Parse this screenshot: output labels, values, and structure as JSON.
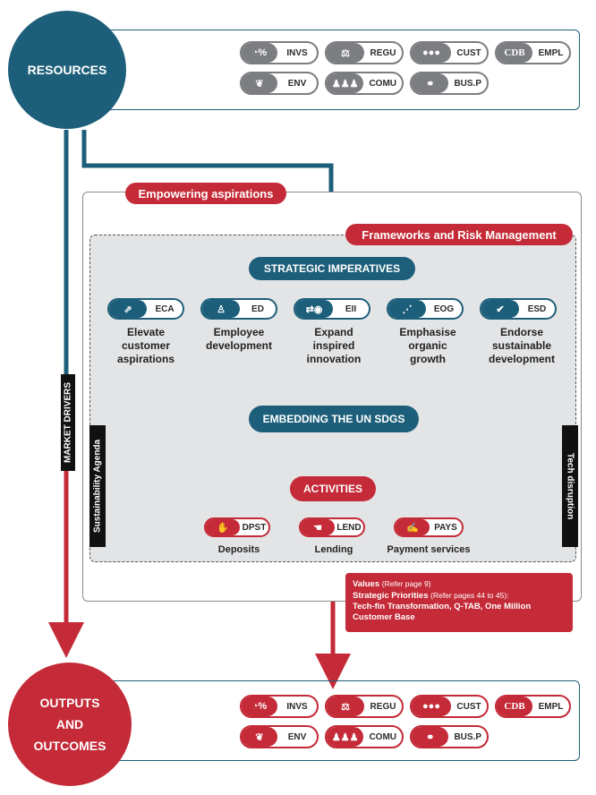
{
  "resources": {
    "title": "RESOURCES",
    "capitals": [
      {
        "icon": "investor-icon",
        "glyph": "◔%",
        "label": "INVS"
      },
      {
        "icon": "regulator-icon",
        "glyph": "⚖",
        "label": "REGU"
      },
      {
        "icon": "customer-icon",
        "glyph": "●●●",
        "label": "CUST"
      },
      {
        "icon": "cdb-logo-icon",
        "glyph": "CDB",
        "label": "EMPL"
      },
      {
        "icon": "environment-icon",
        "glyph": "❦",
        "label": "ENV"
      },
      {
        "icon": "community-icon",
        "glyph": "♟♟♟",
        "label": "COMU"
      },
      {
        "icon": "business-partner-icon",
        "glyph": "⚭",
        "label": "BUS.P"
      }
    ]
  },
  "outputs": {
    "title_line1": "OUTPUTS",
    "title_line2": "AND",
    "title_line3": "OUTCOMES",
    "capitals": [
      {
        "icon": "investor-icon",
        "glyph": "◔%",
        "label": "INVS"
      },
      {
        "icon": "regulator-icon",
        "glyph": "⚖",
        "label": "REGU"
      },
      {
        "icon": "customer-icon",
        "glyph": "●●●",
        "label": "CUST"
      },
      {
        "icon": "cdb-logo-icon",
        "glyph": "CDB",
        "label": "EMPL"
      },
      {
        "icon": "environment-icon",
        "glyph": "❦",
        "label": "ENV"
      },
      {
        "icon": "community-icon",
        "glyph": "♟♟♟",
        "label": "COMU"
      },
      {
        "icon": "business-partner-icon",
        "glyph": "⚭",
        "label": "BUS.P"
      }
    ]
  },
  "empowering_label": "Empowering aspirations",
  "frameworks_label": "Frameworks and Risk Management",
  "market_drivers_label": "MARKET DRIVERS",
  "sustainability_label": "Sustainability Agenda",
  "tech_label": "Tech disruption",
  "strategic": {
    "title": "STRATEGIC IMPERATIVES",
    "items": [
      {
        "code": "ECA",
        "glyph": "⇗",
        "text": "Elevate customer aspirations"
      },
      {
        "code": "ED",
        "glyph": "♙",
        "text": "Employee development"
      },
      {
        "code": "EII",
        "glyph": "⇄◉",
        "text": "Expand inspired innovation"
      },
      {
        "code": "EOG",
        "glyph": "⋰",
        "text": "Emphasise organic growth"
      },
      {
        "code": "ESD",
        "glyph": "✔",
        "text": "Endorse sustainable development"
      }
    ]
  },
  "embedding_label": "EMBEDDING THE UN SDGS",
  "activities": {
    "title": "ACTIVITIES",
    "items": [
      {
        "code": "DPST",
        "glyph": "✋",
        "text": "Deposits"
      },
      {
        "code": "LEND",
        "glyph": "☚",
        "text": "Lending"
      },
      {
        "code": "PAYS",
        "glyph": "✍",
        "text": "Payment services"
      }
    ]
  },
  "values_box": {
    "values_label": "Values",
    "values_ref": "(Refer page 9)",
    "priorities_label": "Strategic Priorities",
    "priorities_ref": "(Refer pages 44 to 45):",
    "priorities_text": "Tech-fin Transformation, Q-TAB, One Million Customer Base"
  },
  "colors": {
    "blue": "#1d5f7a",
    "red": "#c42a37",
    "gray": "#7b7d80"
  }
}
